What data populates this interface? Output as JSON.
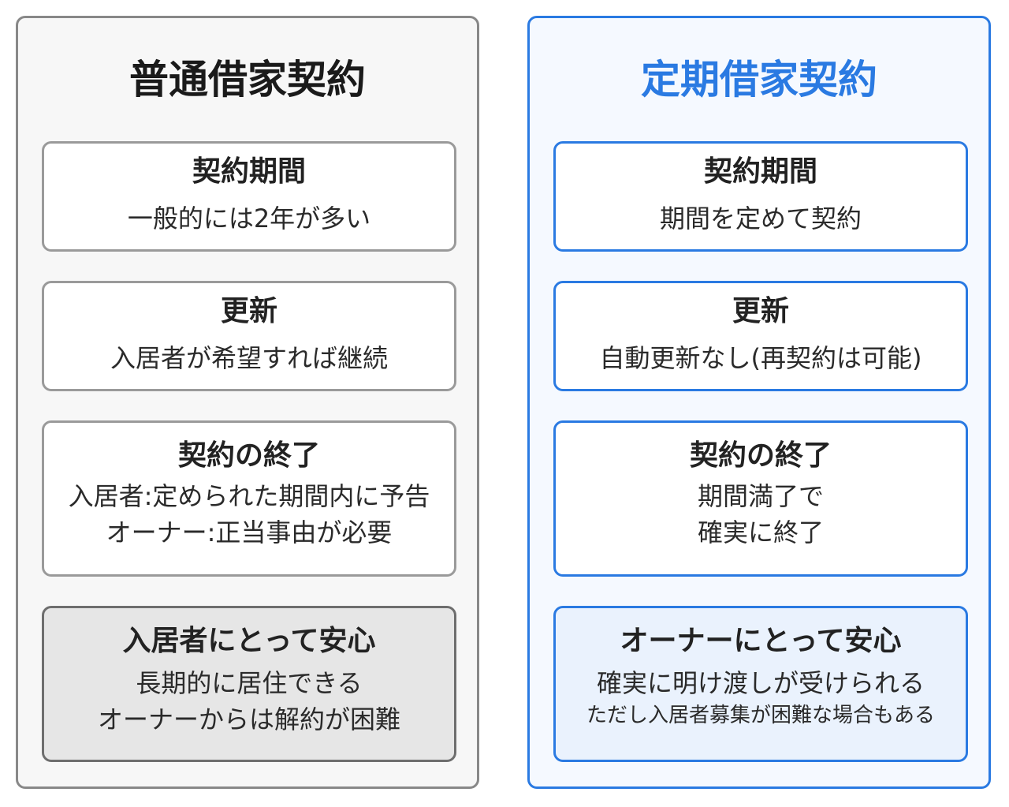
{
  "left": {
    "title": "普通借家契約",
    "cards": [
      {
        "title": "契約期間",
        "lines": [
          "一般的には2年が多い"
        ]
      },
      {
        "title": "更新",
        "lines": [
          "入居者が希望すれば継続"
        ]
      },
      {
        "title": "契約の終了",
        "lines": [
          "入居者:定められた期間内に予告",
          "オーナー:正当事由が必要"
        ]
      },
      {
        "title": "入居者にとって安心",
        "lines": [
          "長期的に居住できる",
          "オーナーからは解約が困難"
        ]
      }
    ]
  },
  "right": {
    "title": "定期借家契約",
    "cards": [
      {
        "title": "契約期間",
        "lines": [
          "期間を定めて契約"
        ]
      },
      {
        "title": "更新",
        "lines": [
          "自動更新なし(再契約は可能)"
        ]
      },
      {
        "title": "契約の終了",
        "lines": [
          "期間満了で",
          "確実に終了"
        ]
      },
      {
        "title": "オーナーにとって安心",
        "lines": [
          "確実に明け渡しが受けられる",
          "ただし入居者募集が困難な場合もある"
        ]
      }
    ]
  },
  "colors": {
    "left_border": "#888888",
    "right_accent": "#2a7ae2"
  }
}
